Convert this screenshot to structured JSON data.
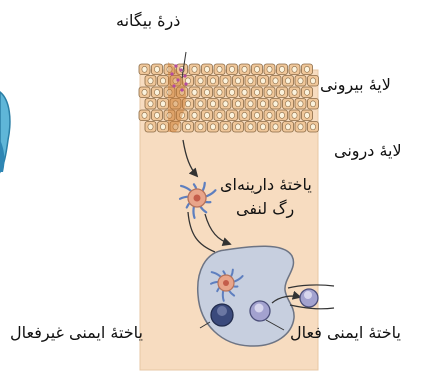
{
  "labels": {
    "foreign_particle": "ذرهٔ بیگانه",
    "outer_layer": "لایهٔ بیرونی",
    "inner_layer": "لایهٔ درونی",
    "dendritic_cell": "یاختهٔ دارینه‌ای",
    "lymph_vessel": "رگ لنفی",
    "active_immune_cell": "یاختهٔ ایمنی فعال",
    "inactive_immune_cell": "یاختهٔ ایمنی غیرفعال"
  },
  "colors": {
    "tissue_background": "#f7dcc0",
    "cell_fill": "#f0c79a",
    "cell_stroke": "#8a6a45",
    "nucleus": "#fbf2dc",
    "node_fill": "#c7cfdf",
    "node_stroke": "#6d7484",
    "dendritic_cell": "#e9a58a",
    "active_cell": "#a3a2cf",
    "inactive_cell": "#3b4a7c",
    "particle": "#b44ca0",
    "figure_blue": "#3a9ec8"
  }
}
